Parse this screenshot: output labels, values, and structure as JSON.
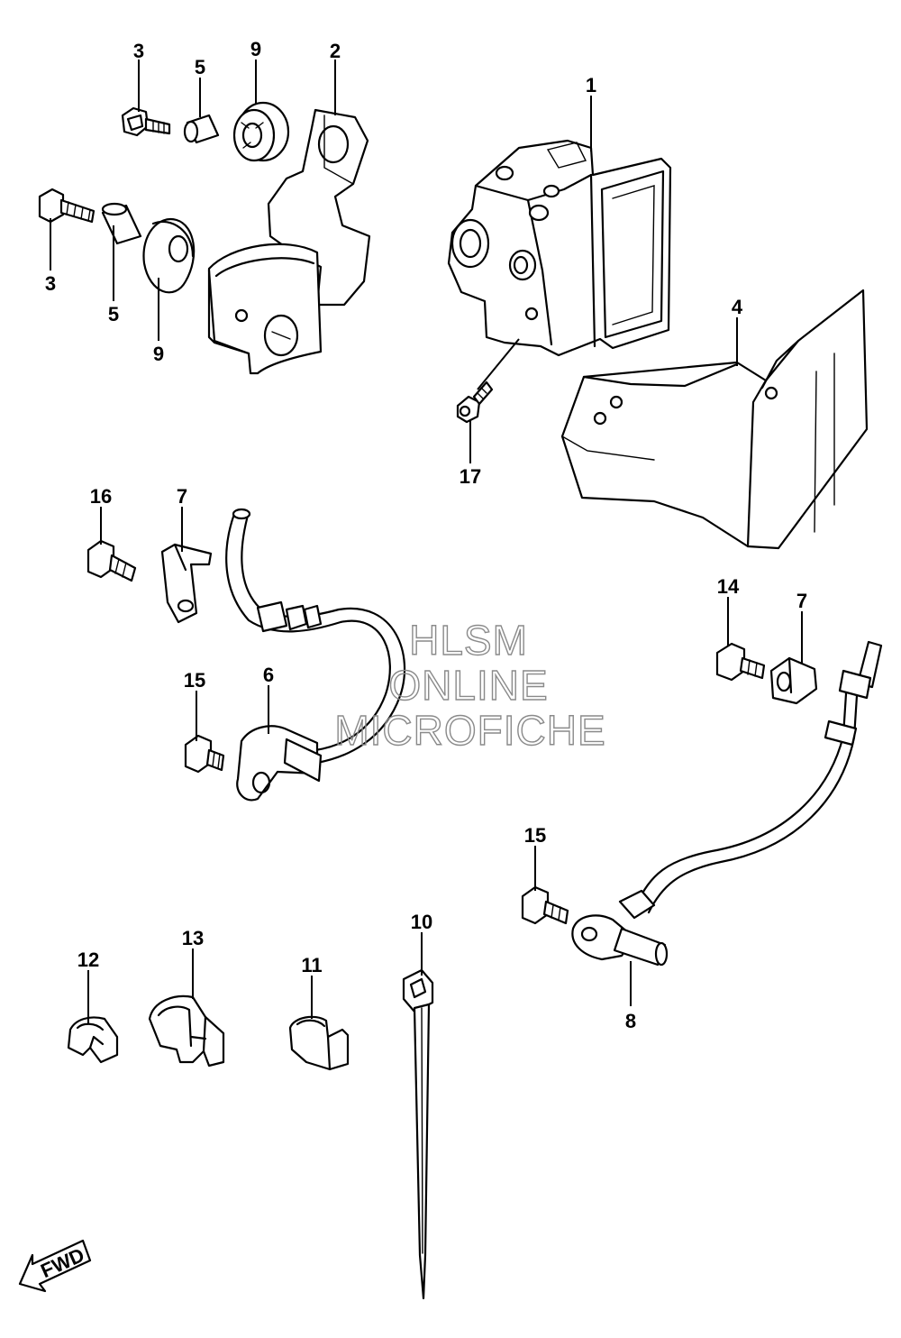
{
  "callouts": {
    "c1": "1",
    "c2": "2",
    "c3a": "3",
    "c3b": "3",
    "c4": "4",
    "c5a": "5",
    "c5b": "5",
    "c6": "6",
    "c7a": "7",
    "c7b": "7",
    "c8": "8",
    "c9a": "9",
    "c9b": "9",
    "c10": "10",
    "c11": "11",
    "c12": "12",
    "c13": "13",
    "c14": "14",
    "c15a": "15",
    "c15b": "15",
    "c16": "16",
    "c17": "17"
  },
  "watermark": {
    "line1": "HLSM",
    "line2": "ONLINE",
    "line3": "MICROFICHE"
  },
  "fwd_label": "FWD"
}
